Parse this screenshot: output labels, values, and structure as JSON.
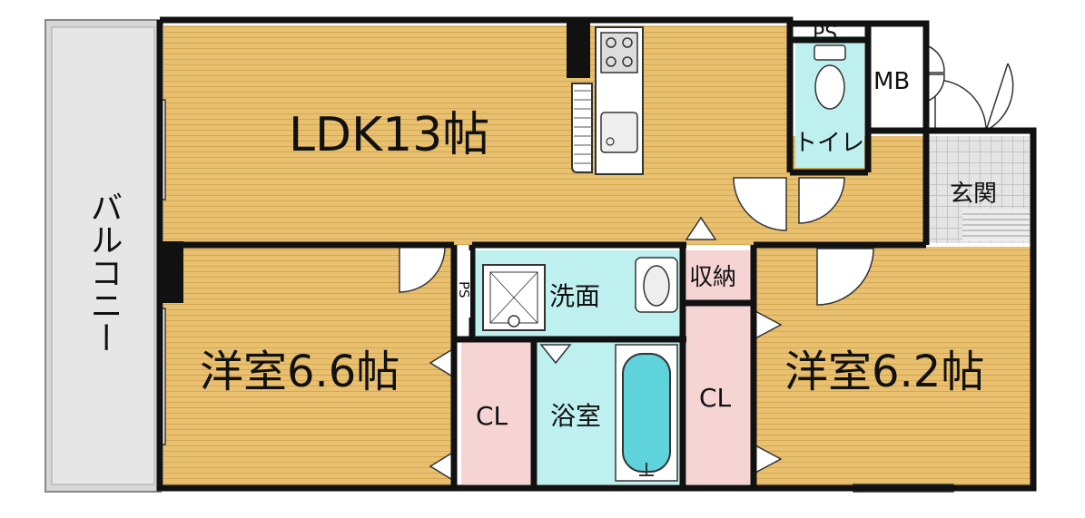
{
  "rooms": {
    "ldk": "LDK13帖",
    "western_left": "洋室6.6帖",
    "western_right": "洋室6.2帖",
    "balcony": "バルコニー",
    "toilet": "トイレ",
    "entrance": "玄関",
    "washroom": "洗面",
    "bathroom": "浴室",
    "storage": "収納",
    "closet_left": "CL",
    "closet_right": "CL",
    "meter_box": "MB",
    "pipe_space_top": "PS",
    "pipe_space_mid": "PS"
  },
  "colors": {
    "floor_wood": "#e8c070",
    "wet_area": "#bff0f0",
    "closet": "#f6d4d4",
    "balcony": "#d7d7d7",
    "wall": "#111111",
    "entrance_tile": "#e4e4e4"
  }
}
